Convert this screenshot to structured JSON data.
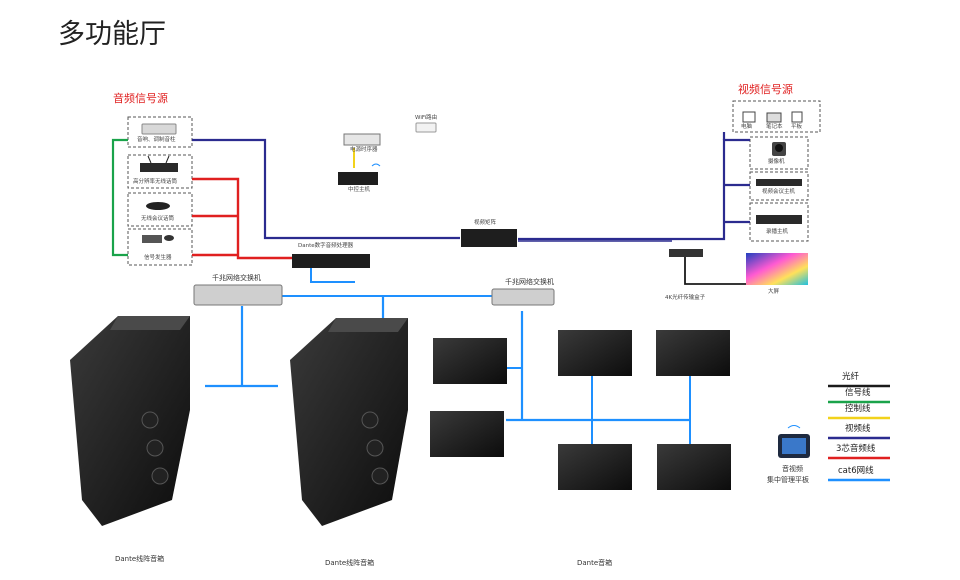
{
  "title": "多功能厅",
  "audio_sources": {
    "title": "音频信号源",
    "items": [
      "音响、调制音柱",
      "高分辨率无线话筒",
      "无线会议话筒",
      "信号发生器"
    ]
  },
  "video_sources": {
    "title": "视频信号源",
    "items": [
      "电脑",
      "笔记本",
      "平板",
      "摄像机",
      "视频会议主机",
      "录播主机"
    ]
  },
  "center": {
    "wifi_label": "WiFi路由",
    "power_label": "电源时序器",
    "controller_label": "中控主机",
    "video_matrix_label": "视频矩阵",
    "dante_processor_label": "Dante数字音频处理器",
    "fiber_box_label": "4K光纤传输盒子",
    "display_label": "大屏"
  },
  "switches": {
    "left_label": "千兆网络交换机",
    "right_label": "千兆网络交换机"
  },
  "speakers": {
    "left_label": "Dante线阵音箱",
    "middle_label": "Dante线阵音箱",
    "right_label": "Dante音箱"
  },
  "legend": {
    "items": [
      {
        "label": "光纤",
        "color": "#1a1a1a"
      },
      {
        "label": "信号线",
        "color": "#1aa34a"
      },
      {
        "label": "控制线",
        "color": "#f2d21b"
      },
      {
        "label": "视频线",
        "color": "#2b2b8f"
      },
      {
        "label": "3芯音频线",
        "color": "#e02020"
      },
      {
        "label": "cat6网线",
        "color": "#1e90ff"
      }
    ]
  },
  "tablet": {
    "label_line1": "音视频",
    "label_line2": "集中管理平板"
  },
  "colors": {
    "audio_line": "#e02020",
    "signal_line": "#1aa34a",
    "video_line": "#2b2b8f",
    "network_line": "#1e90ff",
    "fiber_line": "#1a1a1a",
    "control_line": "#f2d21b"
  }
}
